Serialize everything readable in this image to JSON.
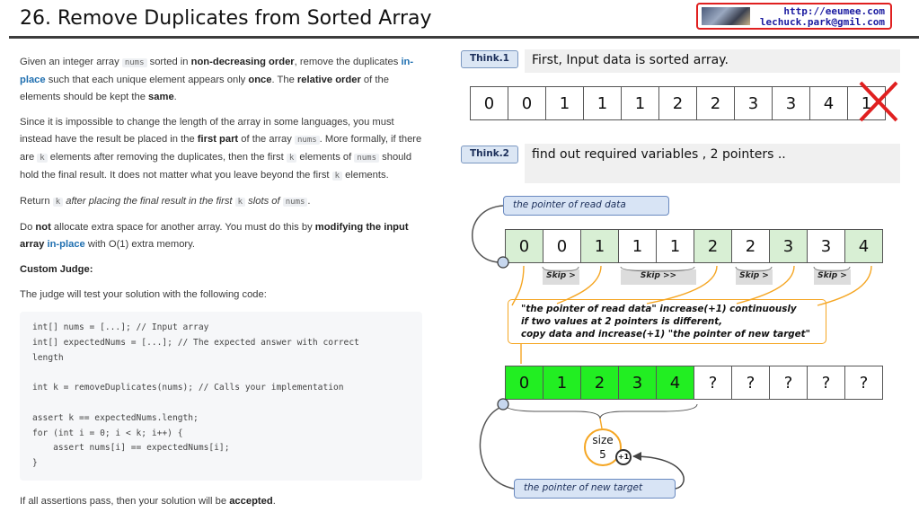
{
  "title": "26. Remove Duplicates from Sorted Array",
  "contact": {
    "url": "http://eeumee.com",
    "email": "lechuck.park@gmil.com"
  },
  "description": {
    "p1_a": "Given an integer array ",
    "p1_code": "nums",
    "p1_b": " sorted in ",
    "p1_bold1": "non-decreasing order",
    "p1_c": ", remove the duplicates ",
    "p1_blue": "in-place",
    "p1_d": " such that each unique element appears only ",
    "p1_bold2": "once",
    "p1_e": ". The ",
    "p1_bold3": "relative order",
    "p1_f": " of the elements should be kept the ",
    "p1_bold4": "same",
    "p1_g": ".",
    "p2_a": "Since it is impossible to change the length of the array in some languages, you must instead have the result be placed in the ",
    "p2_bold": "first part",
    "p2_b": " of the array ",
    "p2_code1": "nums",
    "p2_c": ". More formally, if there are ",
    "p2_code2": "k",
    "p2_d": " elements after removing the duplicates, then the first ",
    "p2_code3": "k",
    "p2_e": " elements of ",
    "p2_code4": "nums",
    "p2_f": " should hold the final result. It does not matter what you leave beyond the first ",
    "p2_code5": "k",
    "p2_g": " elements.",
    "p3_a": "Return ",
    "p3_code1": "k",
    "p3_i1": " after placing the final result in the first ",
    "p3_code2": "k",
    "p3_i2": " slots of ",
    "p3_code3": "nums",
    "p3_b": ".",
    "p4_a": "Do ",
    "p4_bold1": "not",
    "p4_b": " allocate extra space for another array. You must do this by ",
    "p4_bold2": "modifying the input array",
    "p4_blue": " in-place",
    "p4_c": " with O(1) extra memory.",
    "judge_title": "Custom Judge:",
    "judge_intro": "The judge will test your solution with the following code:",
    "code": "int[] nums = [...]; // Input array\nint[] expectedNums = [...]; // The expected answer with correct\nlength\n\nint k = removeDuplicates(nums); // Calls your implementation\n\nassert k == expectedNums.length;\nfor (int i = 0; i < k; i++) {\n    assert nums[i] == expectedNums[i];\n}",
    "final_a": "If all assertions pass, then your solution will be ",
    "final_bold": "accepted",
    "final_b": "."
  },
  "think1": {
    "label": "Think.1",
    "text": "First, Input data is sorted array."
  },
  "array1": [
    "0",
    "0",
    "1",
    "1",
    "1",
    "2",
    "2",
    "3",
    "3",
    "4",
    "1"
  ],
  "think2": {
    "label": "Think.2",
    "text": "find out required variables , 2 pointers .."
  },
  "read_pointer_label": "the pointer of read data",
  "array2": [
    "0",
    "0",
    "1",
    "1",
    "1",
    "2",
    "2",
    "3",
    "3",
    "4"
  ],
  "skips": [
    "Skip >",
    "Skip >>",
    "Skip >",
    "Skip >"
  ],
  "note_lines": [
    "\"the pointer of read data\" increase(+1) continuously",
    "if two values at 2 pointers is different,",
    "copy data and increase(+1) \"the pointer of new target\""
  ],
  "array3": [
    "0",
    "1",
    "2",
    "3",
    "4",
    "?",
    "?",
    "?",
    "?",
    "?"
  ],
  "size": {
    "label": "size",
    "value": "5",
    "increment": "+1"
  },
  "target_pointer_label": "the pointer of new target",
  "colors": {
    "highlight_green": "#22ee22",
    "light_green": "#d8efd4",
    "accent_orange": "#f5a623",
    "cross_red": "#e02020"
  }
}
